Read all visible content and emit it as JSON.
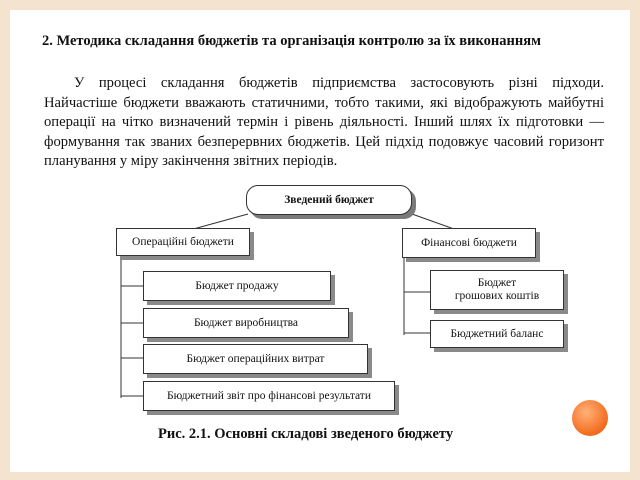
{
  "heading": "2. Методика складання бюджетів та організація контролю за їх виконанням",
  "paragraph": "У процесі складання бюджетів підприємства застосовують різні підходи. Найчастіше бюджети вважають статичними, тобто такими, які відображують майбутні операції на чітко визначений термін і рівень діяльності. Інший шлях їх підготовки — формування так званих безперервних бюджетів. Цей підхід подовжує часовий горизонт планування у міру закінчення звітних періодів.",
  "diagram": {
    "root": "Зведений бюджет",
    "left_branch": "Операційні бюджети",
    "right_branch": "Фінансові бюджети",
    "left_items": [
      "Бюджет продажу",
      "Бюджет виробництва",
      "Бюджет операційних витрат",
      "Бюджетний звіт про фінансові результати"
    ],
    "right_items": [
      "Бюджет грошових коштів",
      "Бюджетний баланс"
    ]
  },
  "caption": "Рис. 2.1. Основні складові зведеного бюджету",
  "colors": {
    "border": "#f4e3cf",
    "accent_dot": "#f26b1d"
  }
}
